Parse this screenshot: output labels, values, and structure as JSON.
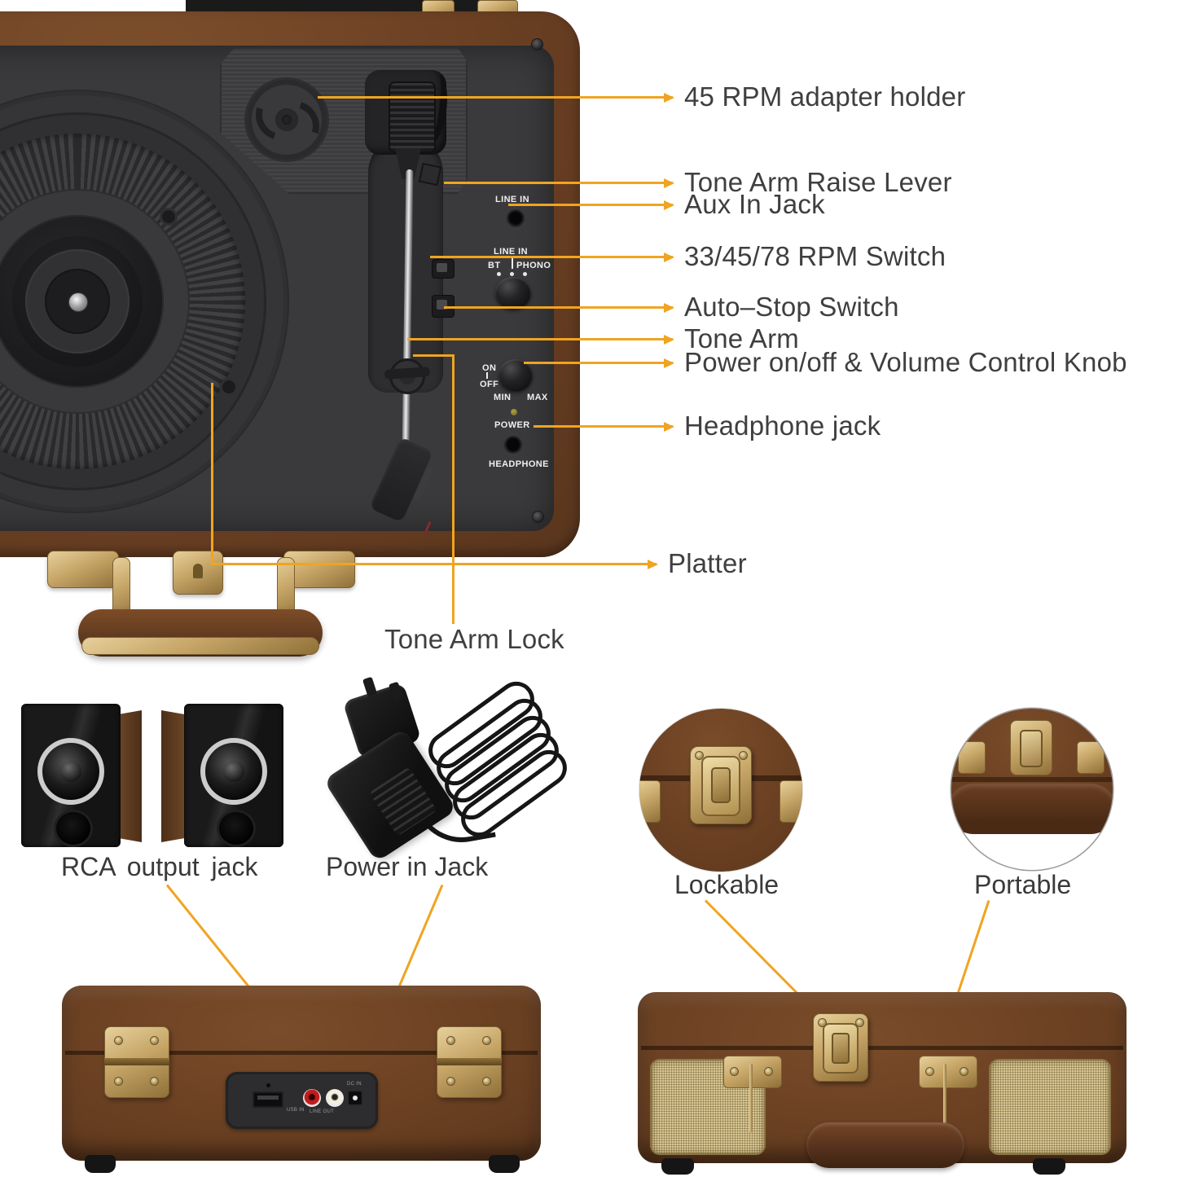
{
  "colors": {
    "accent": "#F0A421",
    "label_text": "#3F3F3F",
    "leather": "#6E4426",
    "deck": "#3A3A3C",
    "brass": "#C8A96B"
  },
  "callouts": [
    "45 RPM adapter holder",
    "Tone Arm Raise Lever",
    "Aux In Jack",
    "33/45/78 RPM Switch",
    "Auto–Stop Switch",
    "Tone Arm",
    "Power on/off & Volume Control Knob",
    "Headphone jack",
    "Platter"
  ],
  "tone_arm_lock_label": "Tone Arm Lock",
  "captions": {
    "rca": "RCA  output jack",
    "power": "Power in Jack",
    "lockable": "Lockable",
    "portable": "Portable"
  },
  "panel": {
    "line_in_jack": "LINE IN",
    "line_in_selector": "LINE IN",
    "bt": "BT",
    "phono": "PHONO",
    "on": "ON",
    "off": "OFF",
    "min": "MIN",
    "max": "MAX",
    "power_led": "POWER",
    "headphone": "HEADPHONE"
  },
  "rear_ports": {
    "usb": "USB IN",
    "line_out": "LINE OUT",
    "dc": "DC IN"
  }
}
